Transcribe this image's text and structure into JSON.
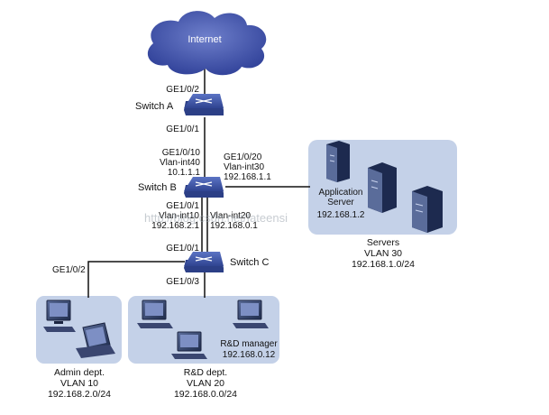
{
  "internet": {
    "label": "Internet"
  },
  "switch_a": {
    "name": "Switch A",
    "uplink_port": "GE1/0/2",
    "downlink_port": "GE1/0/1"
  },
  "switch_b": {
    "name": "Switch B",
    "uplink": {
      "port": "GE1/0/10",
      "vlan_if": "Vlan-int40",
      "ip": "10.1.1.1"
    },
    "server_link": {
      "port": "GE1/0/20",
      "vlan_if": "Vlan-int30",
      "ip": "192.168.1.1"
    },
    "admin_if": {
      "port": "GE1/0/1",
      "vlan_if": "Vlan-int10",
      "ip": "192.168.2.1"
    },
    "rd_if": {
      "vlan_if": "Vlan-int20",
      "ip": "192.168.0.1"
    }
  },
  "switch_c": {
    "name": "Switch C",
    "uplink_port": "GE1/0/1",
    "admin_port": "GE1/0/2",
    "rd_port": "GE1/0/3"
  },
  "servers": {
    "app_server_label_1": "Application",
    "app_server_label_2": "Server",
    "app_server_ip": "192.168.1.2",
    "group_name": "Servers",
    "vlan": "VLAN 30",
    "subnet": "192.168.1.0/24"
  },
  "admin_dept": {
    "name": "Admin dept.",
    "vlan": "VLAN 10",
    "subnet": "192.168.2.0/24"
  },
  "rd_dept": {
    "name": "R&D dept.",
    "vlan": "VLAN 20",
    "subnet": "192.168.0.0/24",
    "manager_label": "R&D manager",
    "manager_ip": "192.168.0.12"
  },
  "watermark": "http://blog.csdn.net/fateensi",
  "colors": {
    "cloud": "#3d4fa8",
    "switch": "#3f57a8",
    "group_bg": "#c4d1e8",
    "link": "#111111"
  }
}
